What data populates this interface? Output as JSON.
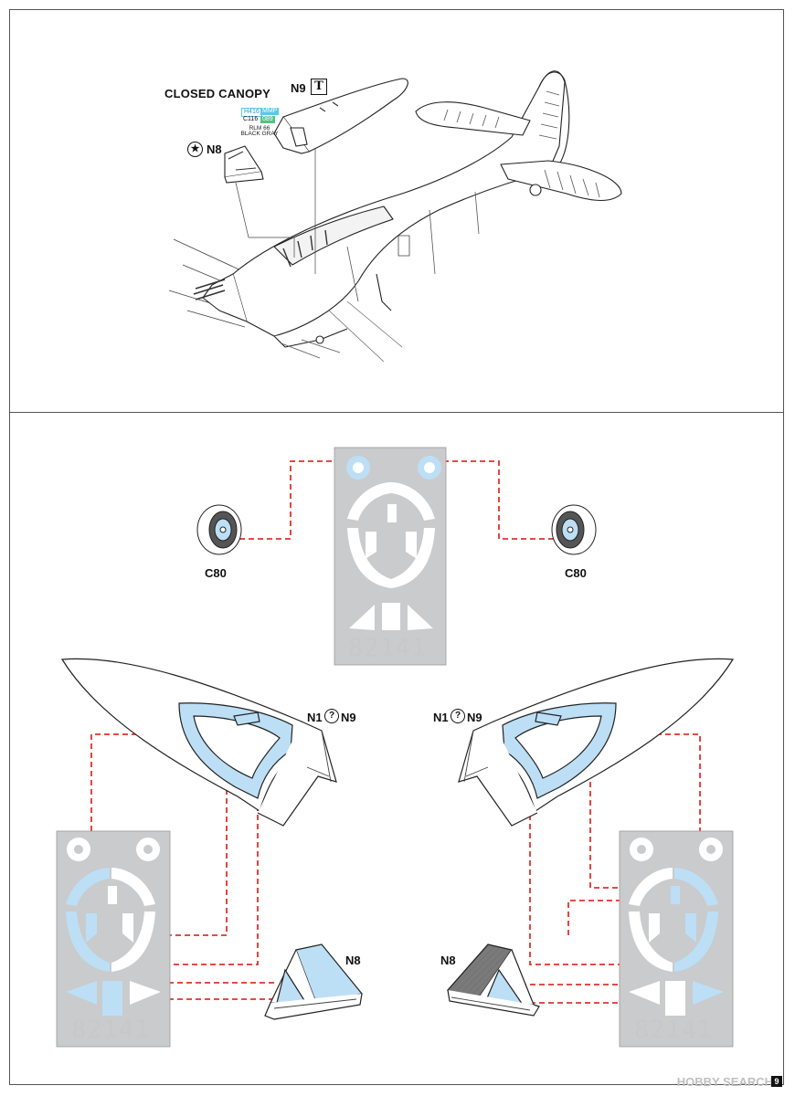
{
  "top_panel": {
    "title": "CLOSED CANOPY",
    "n9_ref": "N9",
    "n9_symbol": "T",
    "n8_ref": "N8",
    "paint": {
      "code_h": "H416",
      "code_mmp": "MMP",
      "code_c": "C116",
      "code_mmp_num": "089",
      "name_line1": "RLM 66",
      "name_line2": "BLACK GRAY",
      "color_cyan": "#5bc8e8",
      "color_green": "#58c08a"
    }
  },
  "bottom_panel": {
    "wheel_left": "C80",
    "wheel_right": "C80",
    "canopy_left_ref_a": "N1",
    "canopy_left_ref_b": "N9",
    "canopy_right_ref_a": "N1",
    "canopy_right_ref_b": "N9",
    "windscreen_left": "N8",
    "windscreen_right": "N8",
    "sheet_number": "82141",
    "sheet_number_left": "82141",
    "sheet_number_right": "82141"
  },
  "colors": {
    "mask_blue": "#bcdff5",
    "sheet_gray": "#c9cbcd",
    "guide_red": "#e0322c",
    "line_dark": "#222222"
  },
  "footer": {
    "watermark": "HOBBY SEARCH",
    "page_number": "9"
  }
}
